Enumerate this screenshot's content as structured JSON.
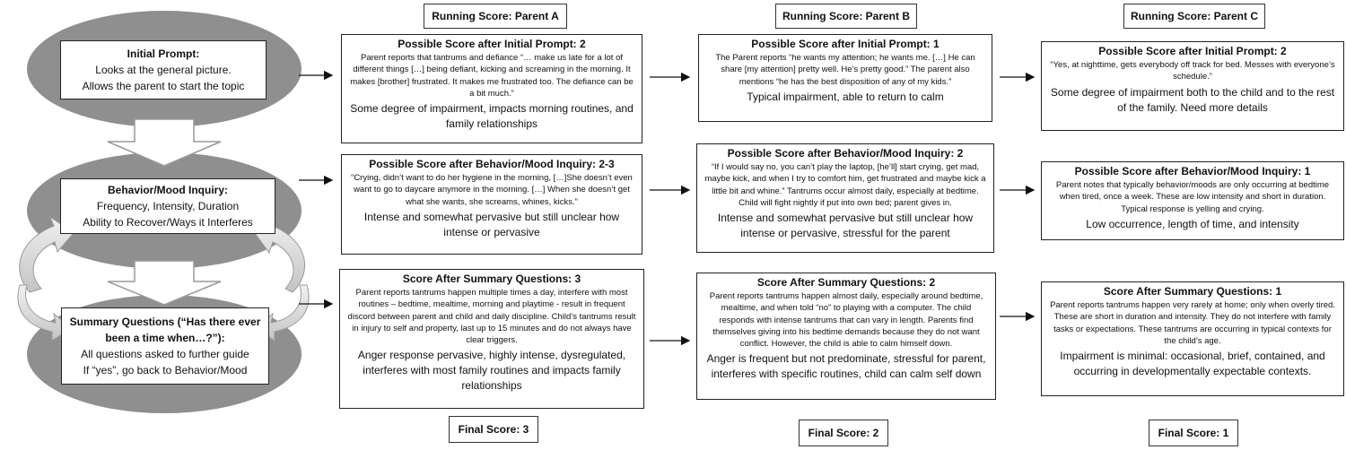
{
  "stages": {
    "initial": {
      "title": "Initial Prompt:",
      "line1": "Looks at the general picture.",
      "line2": "Allows the parent to start the topic"
    },
    "behavior": {
      "title": "Behavior/Mood Inquiry:",
      "line1": "Frequency, Intensity, Duration",
      "line2": "Ability to Recover/Ways it Interferes"
    },
    "summary": {
      "title_line1": "Summary Questions (“Has there ever",
      "title_line2": "been a time when…?”):",
      "line1": "All questions asked to further guide",
      "line2": "If “yes”, go back to Behavior/Mood"
    }
  },
  "parents": [
    {
      "header": "Running Score: Parent A",
      "final": "Final Score: 3",
      "cards": [
        {
          "title": "Possible Score after Initial Prompt: 2",
          "quote": "Parent reports that tantrums and defiance “… make us late for a lot of different things […] being defiant, kicking and screaming in the morning. It makes [brother] frustrated. It makes me frustrated too. The defiance can be a bit much.”",
          "summary": "Some degree of impairment, impacts morning routines, and family relationships"
        },
        {
          "title": "Possible Score after Behavior/Mood Inquiry: 2-3",
          "quote": "“Crying, didn’t want to do her hygiene in the morning, […]She doesn’t even want to go to daycare anymore in the morning. […] When she doesn’t get what she wants, she screams, whines, kicks.”",
          "summary": "Intense and somewhat pervasive but still unclear how intense or pervasive"
        },
        {
          "title": "Score After Summary Questions: 3",
          "quote": "Parent reports tantrums happen multiple times a day, interfere with most routines – bedtime, mealtime, morning and playtime - result in frequent discord between parent and child and daily discipline. Child’s tantrums result in injury to self and property, last up to 15 minutes and do not always have clear triggers.",
          "summary": "Anger response pervasive, highly intense, dysregulated, interferes with most family routines and impacts family relationships"
        }
      ]
    },
    {
      "header": "Running Score: Parent B",
      "final": "Final Score: 2",
      "cards": [
        {
          "title": "Possible Score after Initial Prompt: 1",
          "quote": "The Parent reports “he wants my attention; he wants me. […] He can share [my attention] pretty well. He’s pretty good.” The parent also mentions “he has the best disposition of any of my kids.”",
          "summary": "Typical impairment, able to return to calm"
        },
        {
          "title": "Possible Score after Behavior/Mood Inquiry: 2",
          "quote": "“If I would say no, you can’t play the laptop, [he’ll] start crying, get mad, maybe kick, and when I try to comfort him, get frustrated and maybe kick a little bit and whine.” Tantrums occur almost daily, especially at bedtime. Child will fight nightly if put into own bed; parent gives in.",
          "summary": "Intense and somewhat pervasive but still unclear how intense or pervasive, stressful for the parent"
        },
        {
          "title": "Score After Summary Questions: 2",
          "quote": "Parent reports tantrums happen almost daily, especially around bedtime, mealtime, and when told “no” to playing with a computer. The child responds with intense tantrums that can vary in length. Parents find themselves giving into his bedtime demands because they do not want conflict. However, the child is able to calm himself down.",
          "summary": "Anger is frequent but not predominate, stressful for parent, interferes with specific routines, child can calm self down"
        }
      ]
    },
    {
      "header": "Running Score: Parent C",
      "final": "Final Score: 1",
      "cards": [
        {
          "title": "Possible Score after Initial Prompt: 2",
          "quote": "“Yes, at nighttime, gets everybody off track for bed. Messes with everyone’s schedule.”",
          "summary": "Some degree of impairment both to the child and to the rest of the family. Need more details"
        },
        {
          "title": "Possible Score after Behavior/Mood Inquiry: 1",
          "quote": "Parent notes that typically behavior/moods are only occurring at bedtime when tired, once a week. These are low intensity and short in duration. Typical response is yelling and crying.",
          "summary": "Low occurrence, length of time, and intensity"
        },
        {
          "title": "Score After Summary Questions: 1",
          "quote": "Parent reports tantrums happen very rarely at home; only when overly tired. These are short in duration and intensity. They do not interfere with family tasks or expectations. These tantrums are occurring in typical contexts for the child’s age.",
          "summary": "Impairment is minimal: occasional, brief, contained, and occurring in developmentally expectable contexts."
        }
      ]
    }
  ]
}
